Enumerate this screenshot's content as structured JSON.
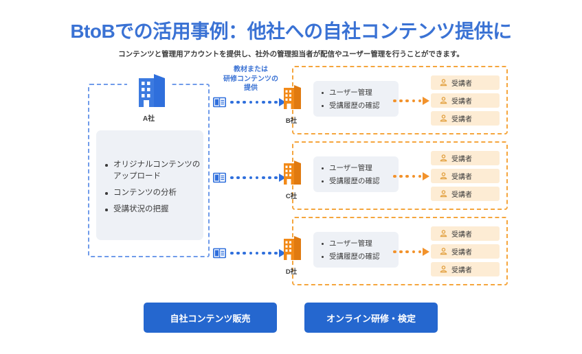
{
  "header": {
    "title": "BtoBでの活用事例：他社への自社コンテンツ提供に",
    "subtitle": "コンテンツと管理用アカウントを提供し、社外の管理担当者が配信やユーザー管理を行うことができます。"
  },
  "provider": {
    "name": "A社",
    "icon": "building-icon",
    "features": [
      "オリジナルコンテンツのアップロード",
      "コンテンツの分析",
      "受講状況の把握"
    ]
  },
  "transfer": {
    "label_line1": "教材または",
    "label_line2": "研修コンテンツの",
    "label_line3": "提供",
    "icon": "book-icon"
  },
  "partners": [
    {
      "name": "B社",
      "icon": "building-icon",
      "admin_features": [
        "ユーザー管理",
        "受講履歴の確認"
      ],
      "learners": [
        "受講者",
        "受講者",
        "受講者"
      ]
    },
    {
      "name": "C社",
      "icon": "building-icon",
      "admin_features": [
        "ユーザー管理",
        "受講履歴の確認"
      ],
      "learners": [
        "受講者",
        "受講者",
        "受講者"
      ]
    },
    {
      "name": "D社",
      "icon": "building-icon",
      "admin_features": [
        "ユーザー管理",
        "受講履歴の確認"
      ],
      "learners": [
        "受講者",
        "受講者",
        "受講者"
      ]
    }
  ],
  "buttons": [
    {
      "label": "自社コンテンツ販売"
    },
    {
      "label": "オンライン研修・検定"
    }
  ],
  "colors": {
    "title_blue": "#3a72d4",
    "accent_blue": "#2f6fdc",
    "button_blue": "#2567cf",
    "dashed_blue": "#6f9bea",
    "dashed_orange": "#f5a53c",
    "accent_orange": "#f2922b",
    "building_orange": "#f28a18",
    "card_gray": "#eef1f6",
    "chip_orange": "#fdecd4",
    "page_bg": "#ffffff"
  }
}
